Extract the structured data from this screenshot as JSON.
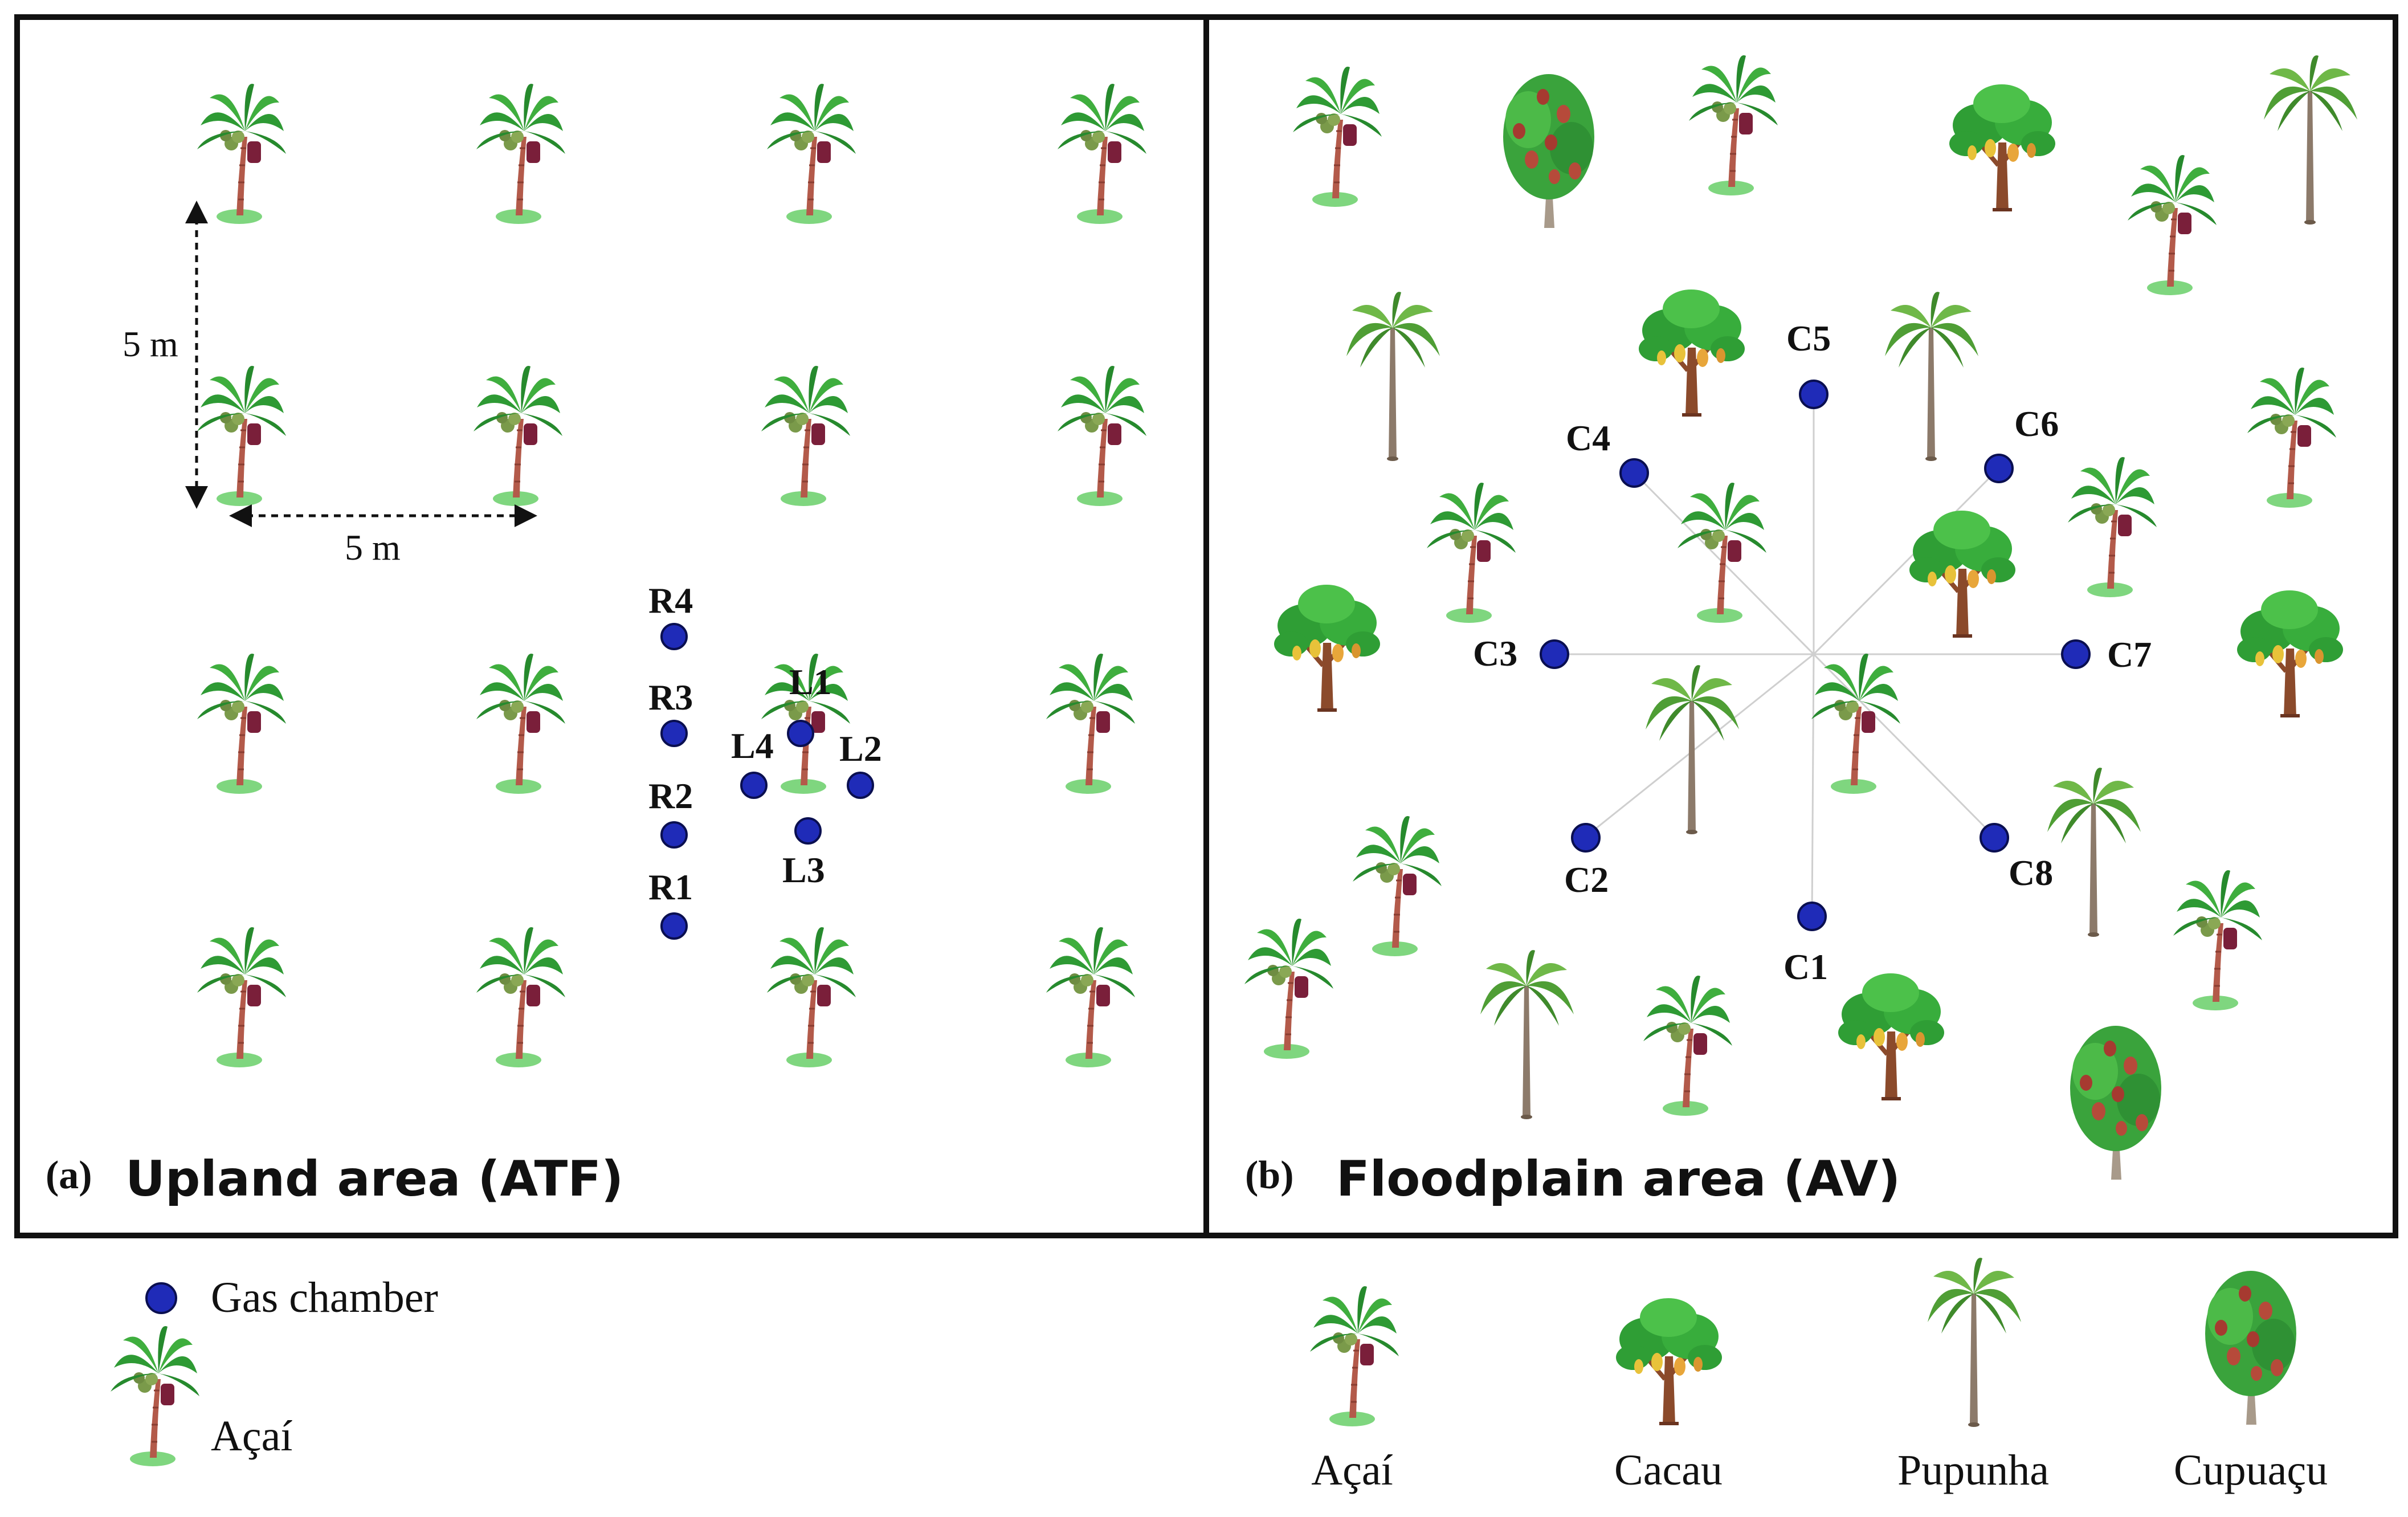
{
  "panel_a": {
    "tag": "(a)",
    "title": "Upland area (ATF)",
    "dim_vertical": "5 m",
    "dim_horizontal": "5 m",
    "chambers": [
      {
        "id": "r4",
        "label": "R4"
      },
      {
        "id": "r3",
        "label": "R3"
      },
      {
        "id": "r2",
        "label": "R2"
      },
      {
        "id": "r1",
        "label": "R1"
      },
      {
        "id": "l1",
        "label": "L1"
      },
      {
        "id": "l2",
        "label": "L2"
      },
      {
        "id": "l3",
        "label": "L3"
      },
      {
        "id": "l4",
        "label": "L4"
      }
    ]
  },
  "panel_b": {
    "tag": "(b)",
    "title": "Floodplain area (AV)",
    "chambers": [
      {
        "id": "c1",
        "label": "C1"
      },
      {
        "id": "c2",
        "label": "C2"
      },
      {
        "id": "c3",
        "label": "C3"
      },
      {
        "id": "c4",
        "label": "C4"
      },
      {
        "id": "c5",
        "label": "C5"
      },
      {
        "id": "c6",
        "label": "C6"
      },
      {
        "id": "c7",
        "label": "C7"
      },
      {
        "id": "c8",
        "label": "C8"
      }
    ]
  },
  "legend_left": {
    "gas_chamber": "Gas chamber",
    "acai": "Açaí"
  },
  "legend_right": {
    "acai": "Açaí",
    "cacau": "Cacau",
    "pupunha": "Pupunha",
    "cupuacu": "Cupuaçu"
  },
  "icons": {
    "gas_chamber": "blue-circle",
    "acai": "acai-palm-icon",
    "cacau": "cacao-tree-icon",
    "pupunha": "peach-palm-icon",
    "cupuacu": "cupuacu-tree-icon"
  },
  "colors": {
    "chamber": "#1f2bb8",
    "frame": "#111111",
    "leaf": "#2e9a34",
    "trunk": "#b35a4a",
    "fruit": "#7a1f3a",
    "ground": "#7fd67f"
  }
}
